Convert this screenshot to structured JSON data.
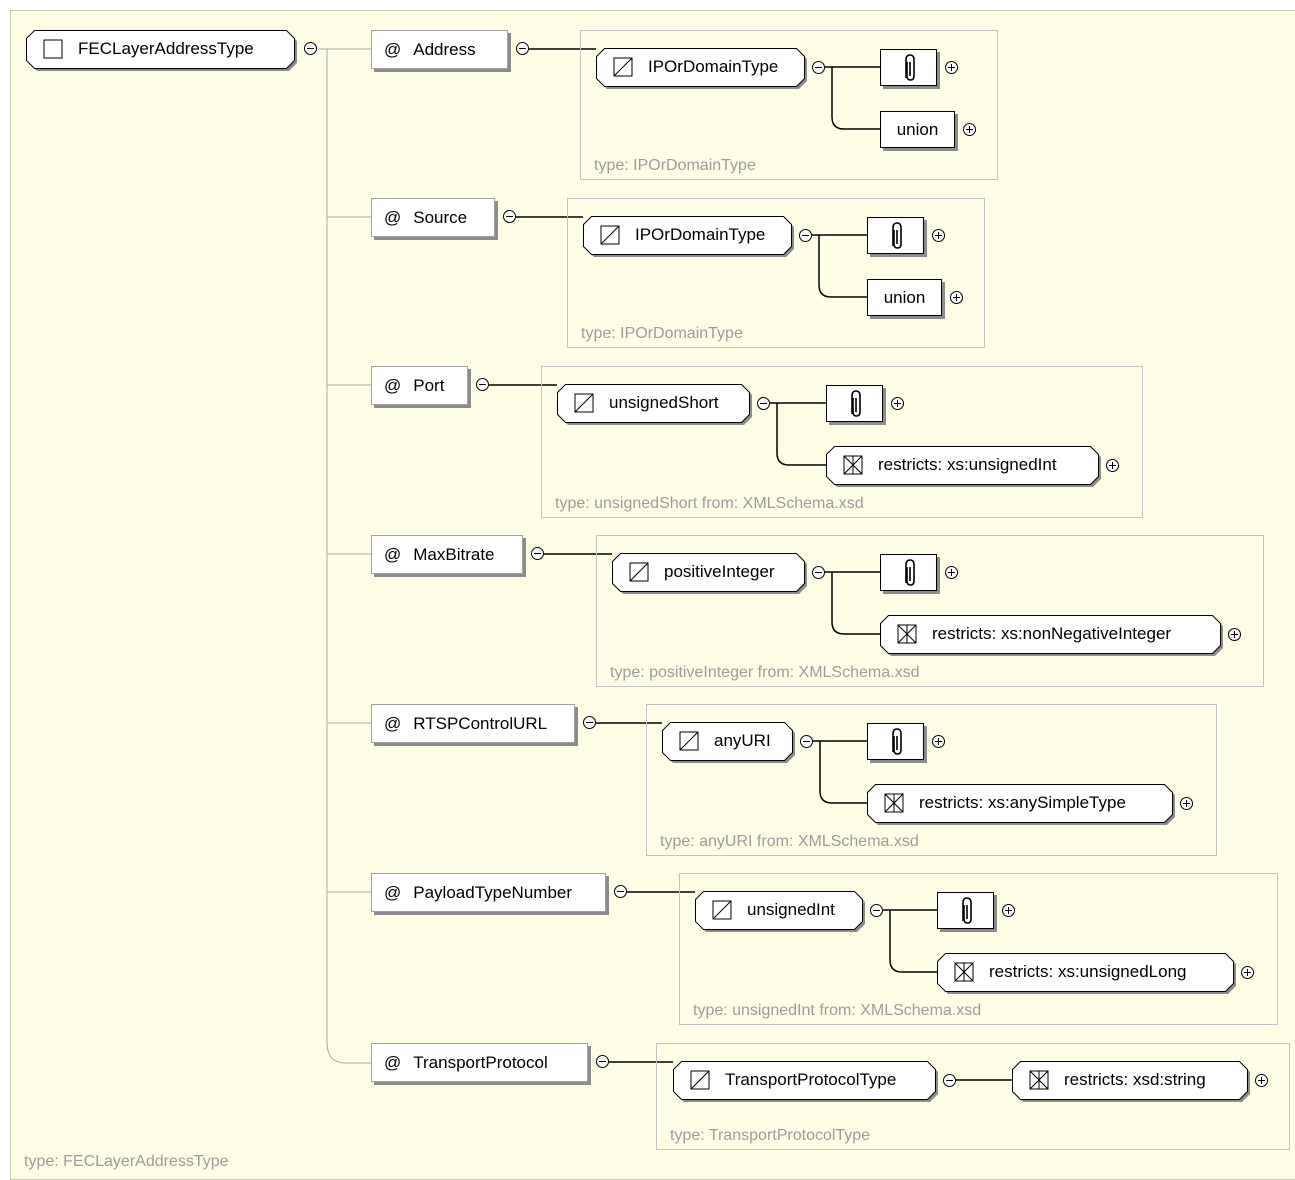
{
  "root": {
    "name": "FECLayerAddressType",
    "type_caption": "type: FECLayerAddressType"
  },
  "attributes": [
    {
      "name": "Address",
      "simple_type": "IPOrDomainType",
      "child": "union",
      "child_kind": "union",
      "type_caption": "type: IPOrDomainType"
    },
    {
      "name": "Source",
      "simple_type": "IPOrDomainType",
      "child": "union",
      "child_kind": "union",
      "type_caption": "type: IPOrDomainType"
    },
    {
      "name": "Port",
      "simple_type": "unsignedShort",
      "child": "restricts: xs:unsignedInt",
      "child_kind": "restriction",
      "type_caption": "type: unsignedShort from: XMLSchema.xsd"
    },
    {
      "name": "MaxBitrate",
      "simple_type": "positiveInteger",
      "child": "restricts: xs:nonNegativeInteger",
      "child_kind": "restriction",
      "type_caption": "type: positiveInteger from: XMLSchema.xsd"
    },
    {
      "name": "RTSPControlURL",
      "simple_type": "anyURI",
      "child": "restricts: xs:anySimpleType",
      "child_kind": "restriction",
      "type_caption": "type: anyURI from: XMLSchema.xsd"
    },
    {
      "name": "PayloadTypeNumber",
      "simple_type": "unsignedInt",
      "child": "restricts: xs:unsignedLong",
      "child_kind": "restriction",
      "type_caption": "type: unsignedInt from: XMLSchema.xsd"
    },
    {
      "name": "TransportProtocol",
      "simple_type": "TransportProtocolType",
      "child": "restricts: xsd:string",
      "child_kind": "restriction",
      "type_caption": "type: TransportProtocolType"
    }
  ],
  "attribute_marker": "@",
  "colors": {
    "background": "#fefee6",
    "border": "#c3c3c3",
    "caption": "#9c9c9c",
    "shadow": "#8c8c8c"
  },
  "icons": {
    "root": "complex-type-icon",
    "simple_type": "simple-type-icon",
    "facets": "paperclip-icon",
    "restriction": "restriction-icon"
  }
}
